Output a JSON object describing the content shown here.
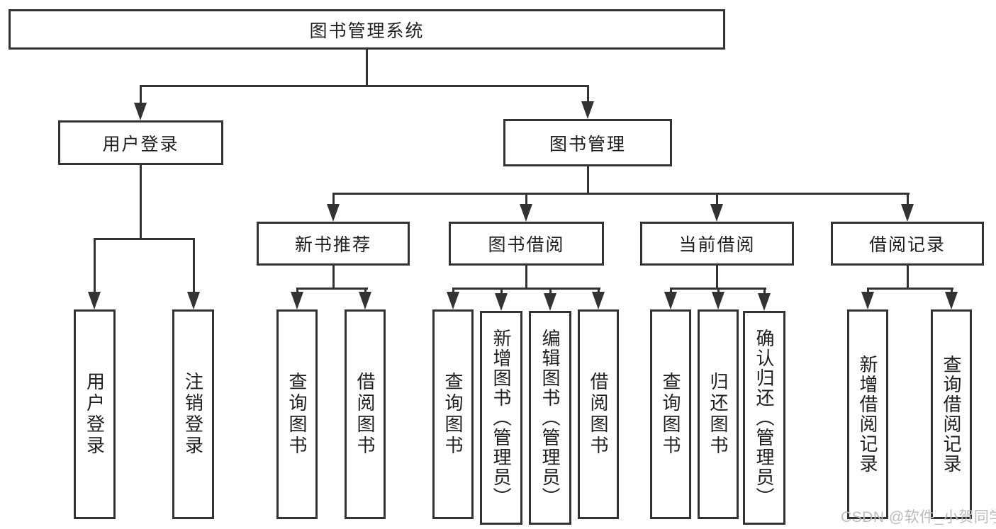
{
  "colors": {
    "line": "#333333",
    "text": "#1f1f1f",
    "background": "#ffffff",
    "watermark": "#bcbcbc"
  },
  "watermark": {
    "text": "CSDN @软件_小贺同学"
  },
  "tree": {
    "label": "图书管理系统",
    "children": [
      {
        "label": "用户登录",
        "children": [
          {
            "label": "用户登录"
          },
          {
            "label": "注销登录"
          }
        ]
      },
      {
        "label": "图书管理",
        "children": [
          {
            "label": "新书推荐",
            "children": [
              {
                "label": "查询图书"
              },
              {
                "label": "借阅图书"
              }
            ]
          },
          {
            "label": "图书借阅",
            "children": [
              {
                "label": "查询图书"
              },
              {
                "label": "新增图书（管理员）"
              },
              {
                "label": "编辑图书（管理员）"
              },
              {
                "label": "借阅图书"
              }
            ]
          },
          {
            "label": "当前借阅",
            "children": [
              {
                "label": "查询图书"
              },
              {
                "label": "归还图书"
              },
              {
                "label": "确认归还（管理员）"
              }
            ]
          },
          {
            "label": "借阅记录",
            "children": [
              {
                "label": "新增借阅记录"
              },
              {
                "label": "查询借阅记录"
              }
            ]
          }
        ]
      }
    ]
  }
}
